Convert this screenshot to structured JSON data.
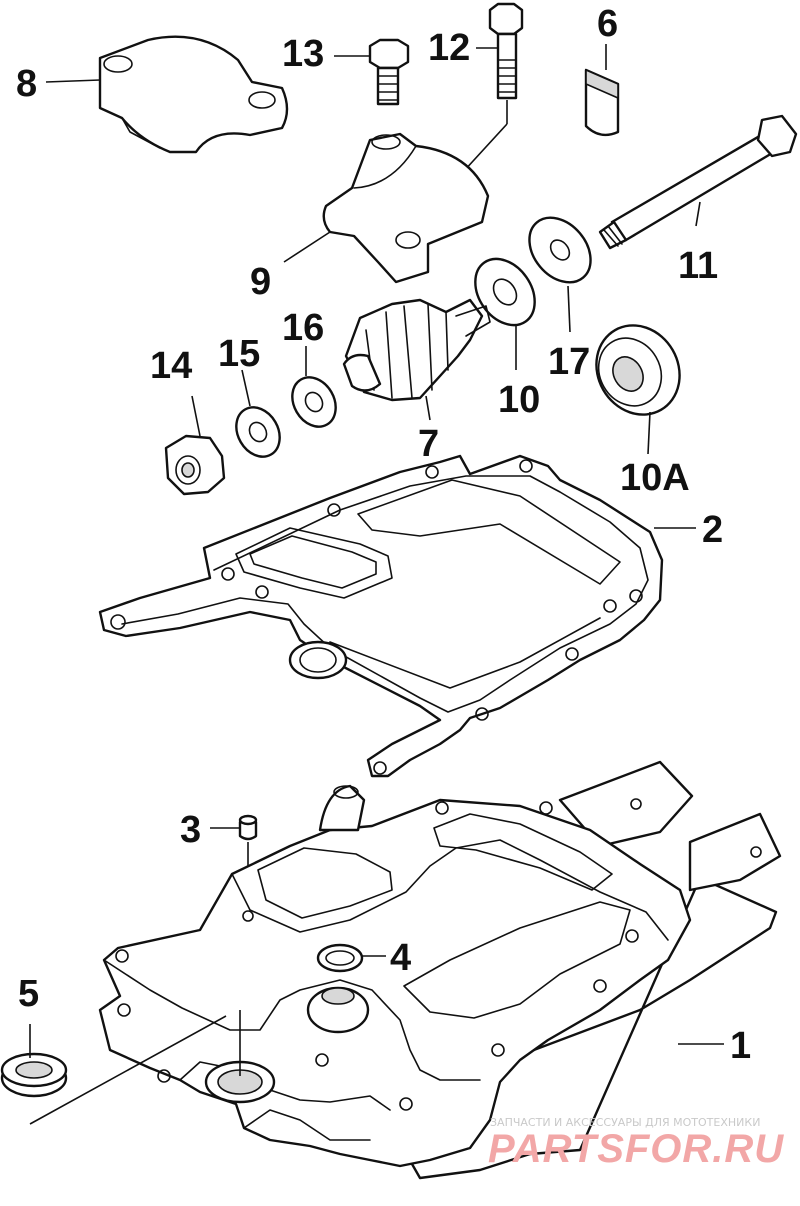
{
  "callouts": [
    "1",
    "2",
    "3",
    "4",
    "5",
    "6",
    "7",
    "8",
    "9",
    "10",
    "10A",
    "11",
    "12",
    "13",
    "14",
    "15",
    "16",
    "17"
  ],
  "watermark": {
    "tagline": "ЗАПЧАСТИ И АКСЕССУАРЫ ДЛЯ МОТОТЕХНИКИ",
    "brand": "PARTSFOR.RU"
  },
  "colors": {
    "line": "#111111",
    "watermark": "#f2a7a7"
  }
}
